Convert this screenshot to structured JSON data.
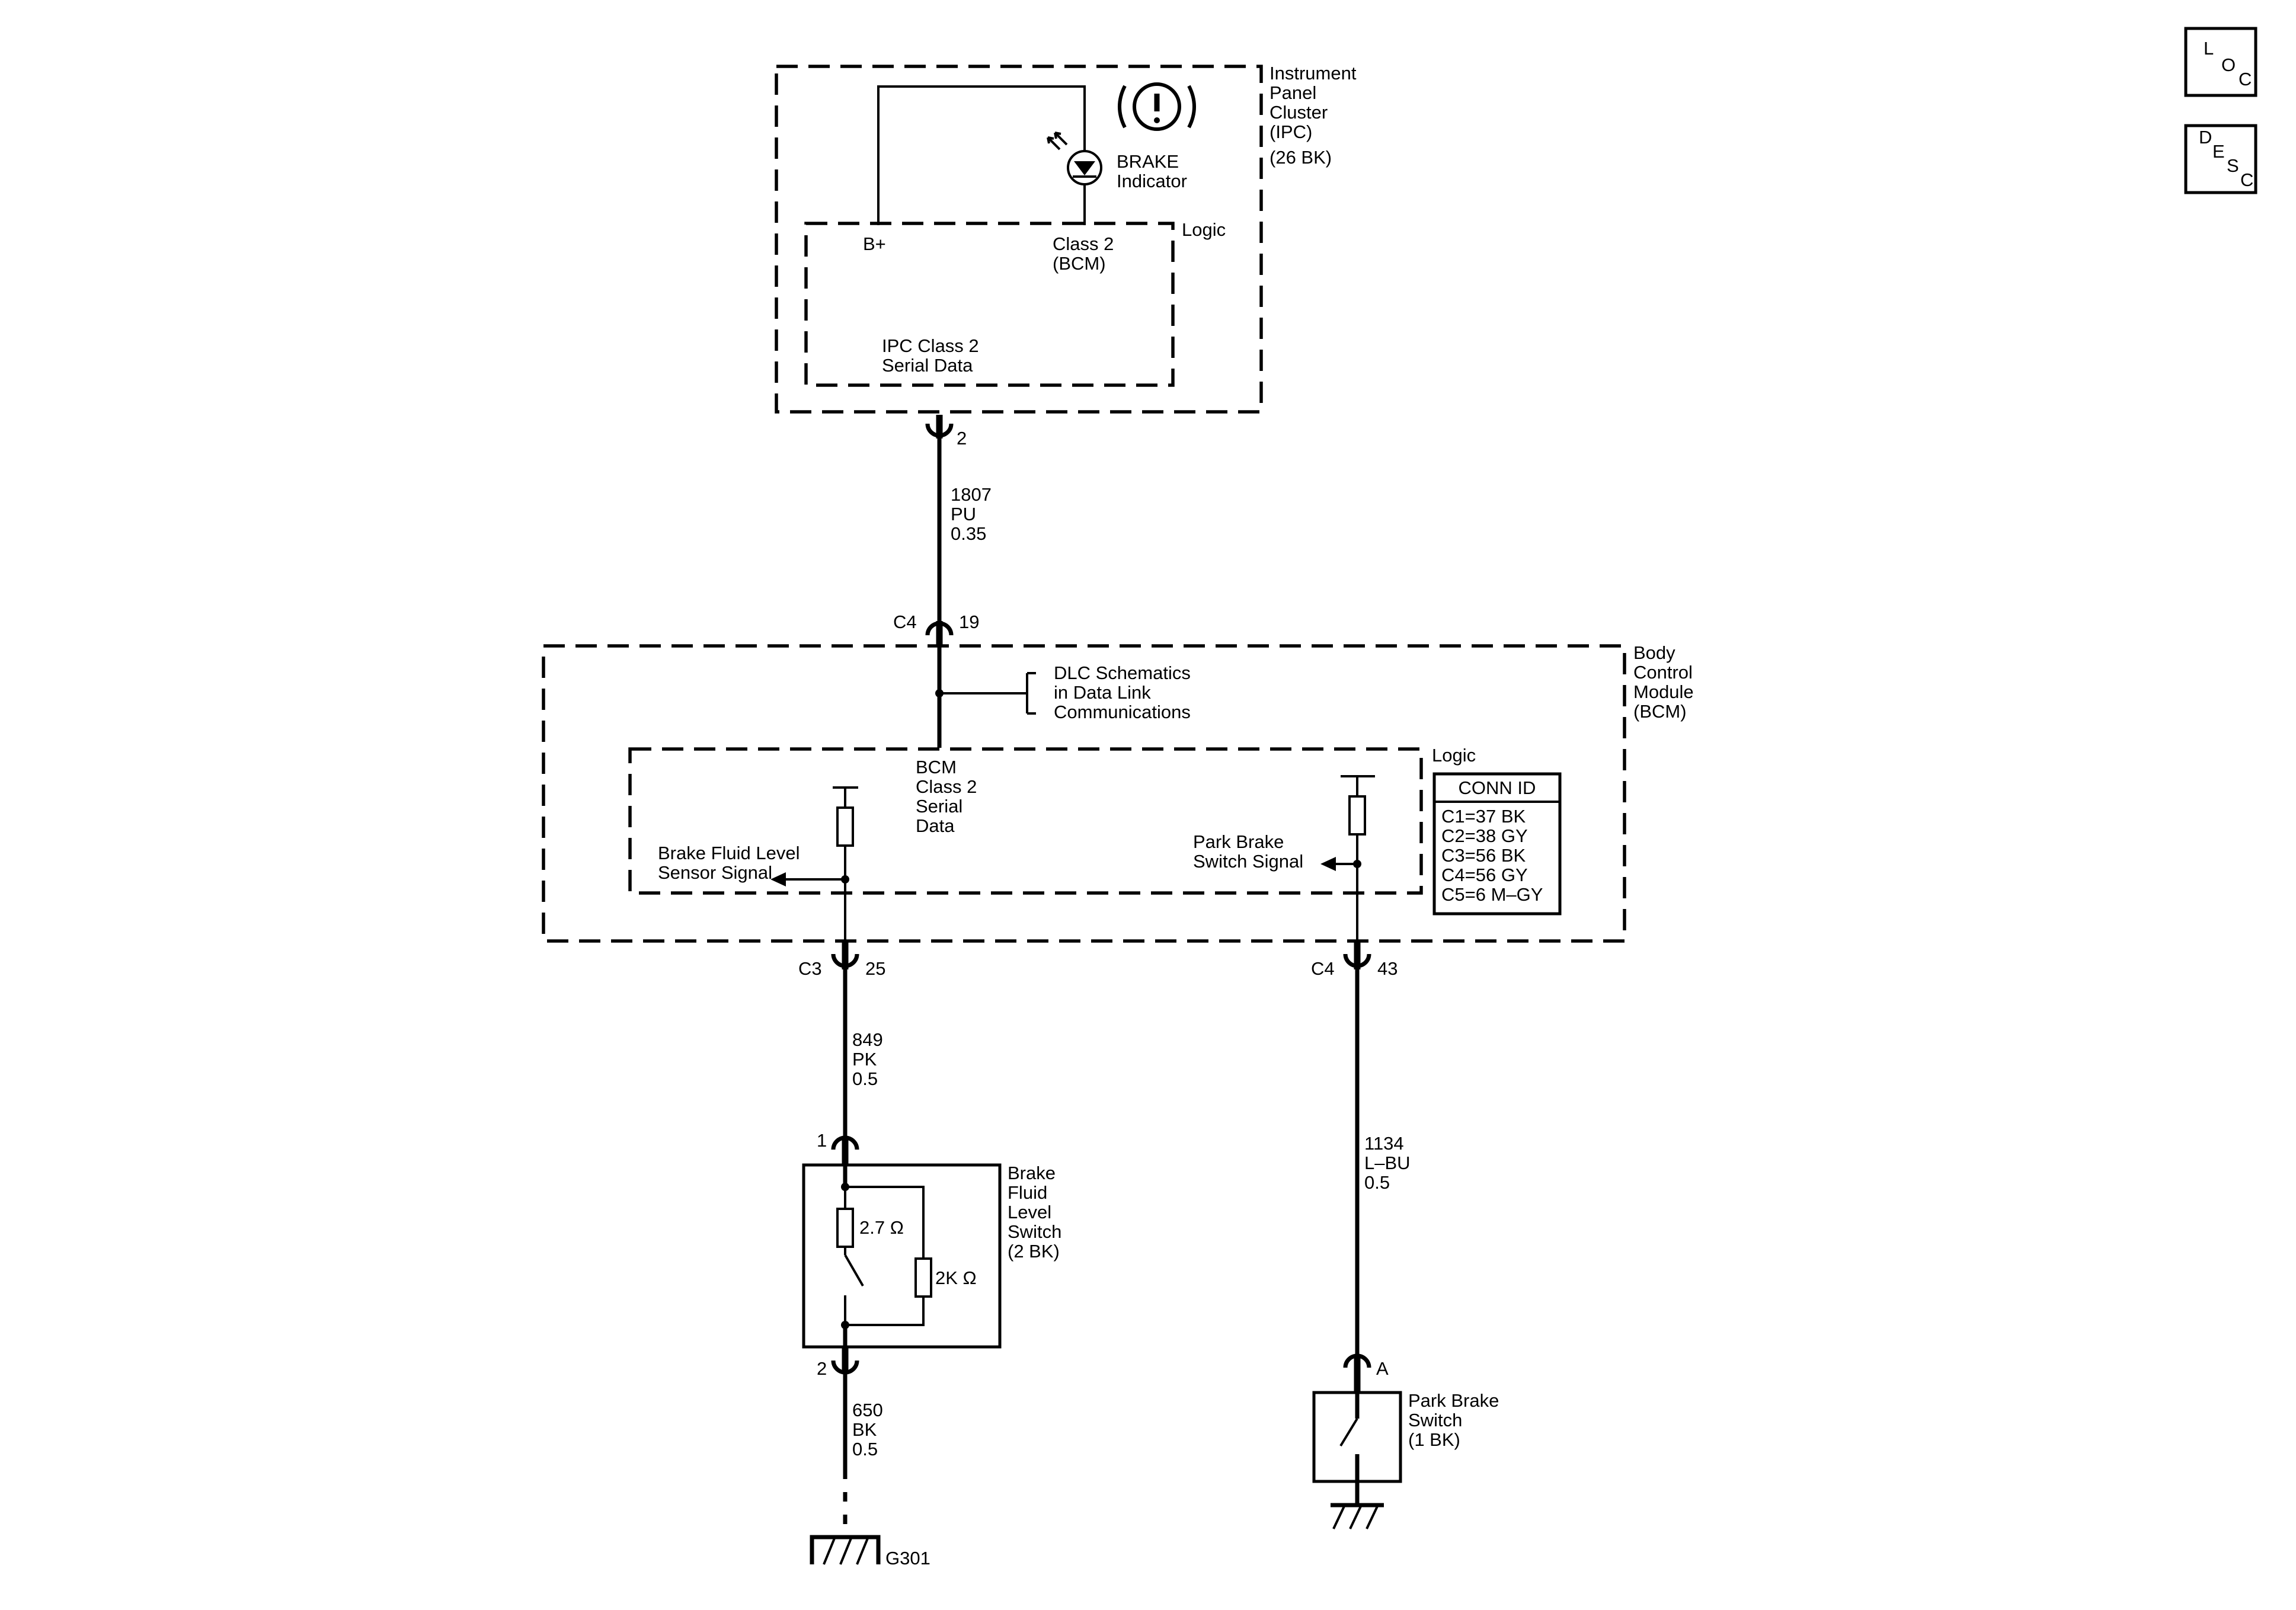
{
  "nav": {
    "loc": {
      "l1": "L",
      "l2": "O",
      "l3": "C"
    },
    "desc": {
      "l1": "D",
      "l2": "E",
      "l3": "S",
      "l4": "C"
    }
  },
  "ipc": {
    "name": [
      "Instrument",
      "Panel",
      "Cluster",
      "(IPC)",
      "(26 BK)"
    ],
    "logic_label": "Logic",
    "bplus_label": "B+",
    "class2_label": [
      "Class 2",
      "(BCM)"
    ],
    "serial_label": [
      "IPC Class 2",
      "Serial Data"
    ],
    "indicator_label": [
      "BRAKE",
      "Indicator"
    ],
    "connector_pin": "2"
  },
  "wire_1807": {
    "circuit": "1807",
    "color": "PU",
    "size": "0.35"
  },
  "bcm_connector_top": {
    "conn": "C4",
    "pin": "19"
  },
  "bcm": {
    "name": [
      "Body",
      "Control",
      "Module",
      "(BCM)"
    ],
    "logic_label": "Logic",
    "dlc_note": [
      "DLC Schematics",
      "in Data Link",
      "Communications"
    ],
    "class2_label": [
      "BCM",
      "Class 2",
      "Serial",
      "Data"
    ],
    "brake_fluid_signal": [
      "Brake Fluid Level",
      "Sensor Signal"
    ],
    "park_brake_signal": [
      "Park Brake",
      "Switch Signal"
    ],
    "conn_id": {
      "title": "CONN ID",
      "rows": [
        "C1=37 BK",
        "C2=38 GY",
        "C3=56 BK",
        "C4=56 GY",
        "C5=6 M–GY"
      ]
    }
  },
  "conn_c3": {
    "conn": "C3",
    "pin": "25"
  },
  "conn_c4": {
    "conn": "C4",
    "pin": "43"
  },
  "wire_849": {
    "circuit": "849",
    "color": "PK",
    "size": "0.5"
  },
  "wire_1134": {
    "circuit": "1134",
    "color": "L–BU",
    "size": "0.5"
  },
  "fluid_switch": {
    "name": [
      "Brake",
      "Fluid",
      "Level",
      "Switch",
      "(2 BK)"
    ],
    "pin_top": "1",
    "pin_bottom": "2",
    "r1": "2.7 Ω",
    "r2": "2K Ω"
  },
  "wire_650": {
    "circuit": "650",
    "color": "BK",
    "size": "0.5"
  },
  "ground_label": "G301",
  "park_switch": {
    "name": [
      "Park Brake",
      "Switch",
      "(1 BK)"
    ],
    "pin": "A"
  }
}
